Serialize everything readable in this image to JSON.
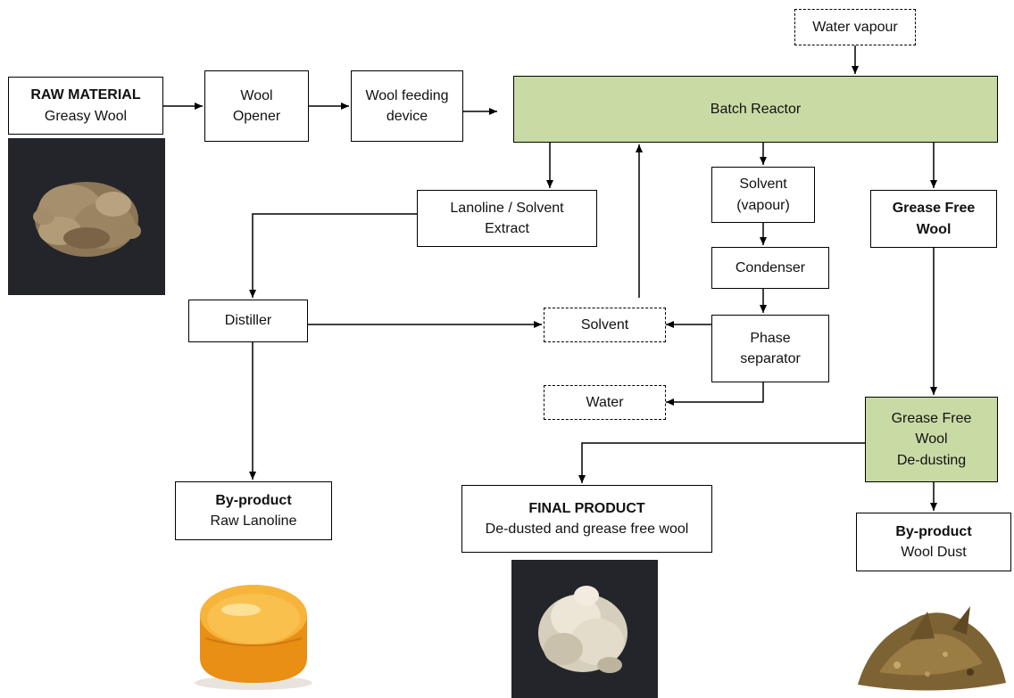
{
  "nodes": {
    "raw_material": {
      "title": "RAW MATERIAL",
      "text": "Greasy Wool"
    },
    "wool_opener": {
      "line1": "Wool",
      "line2": "Opener"
    },
    "wool_feeding": {
      "line1": "Wool feeding",
      "line2": "device"
    },
    "water_vapour": {
      "text": "Water vapour"
    },
    "batch_reactor": {
      "text": "Batch Reactor"
    },
    "lanoline_extract": {
      "line1": "Lanoline / Solvent",
      "line2": "Extract"
    },
    "solvent_vapour": {
      "line1": "Solvent",
      "line2": "(vapour)"
    },
    "grease_free_wool": {
      "line1": "Grease Free",
      "line2": "Wool"
    },
    "condenser": {
      "text": "Condenser"
    },
    "distiller": {
      "text": "Distiller"
    },
    "solvent": {
      "text": "Solvent"
    },
    "phase_separator": {
      "line1": "Phase",
      "line2": "separator"
    },
    "water": {
      "text": "Water"
    },
    "dedusting": {
      "line1": "Grease Free",
      "line2": "Wool",
      "line3": "De-dusting"
    },
    "raw_lanoline": {
      "title": "By-product",
      "text": "Raw Lanoline"
    },
    "final_product": {
      "title": "FINAL PRODUCT",
      "text": "De-dusted and grease free wool"
    },
    "wool_dust": {
      "title": "By-product",
      "text": "Wool Dust"
    }
  },
  "colors": {
    "process_green": "#c9dba5",
    "line": "#000000",
    "greasy_wool": "#a08a68",
    "clean_wool": "#e4ddcc",
    "photo_bg": "#23252b",
    "lanoline": "#f2a32a",
    "dust": "#7d6234"
  },
  "images": {
    "greasy_wool_photo": "greasy-wool-photo",
    "lanoline_photo": "lanoline-jar-photo",
    "clean_wool_photo": "clean-wool-photo",
    "dust_photo": "wool-dust-photo"
  }
}
